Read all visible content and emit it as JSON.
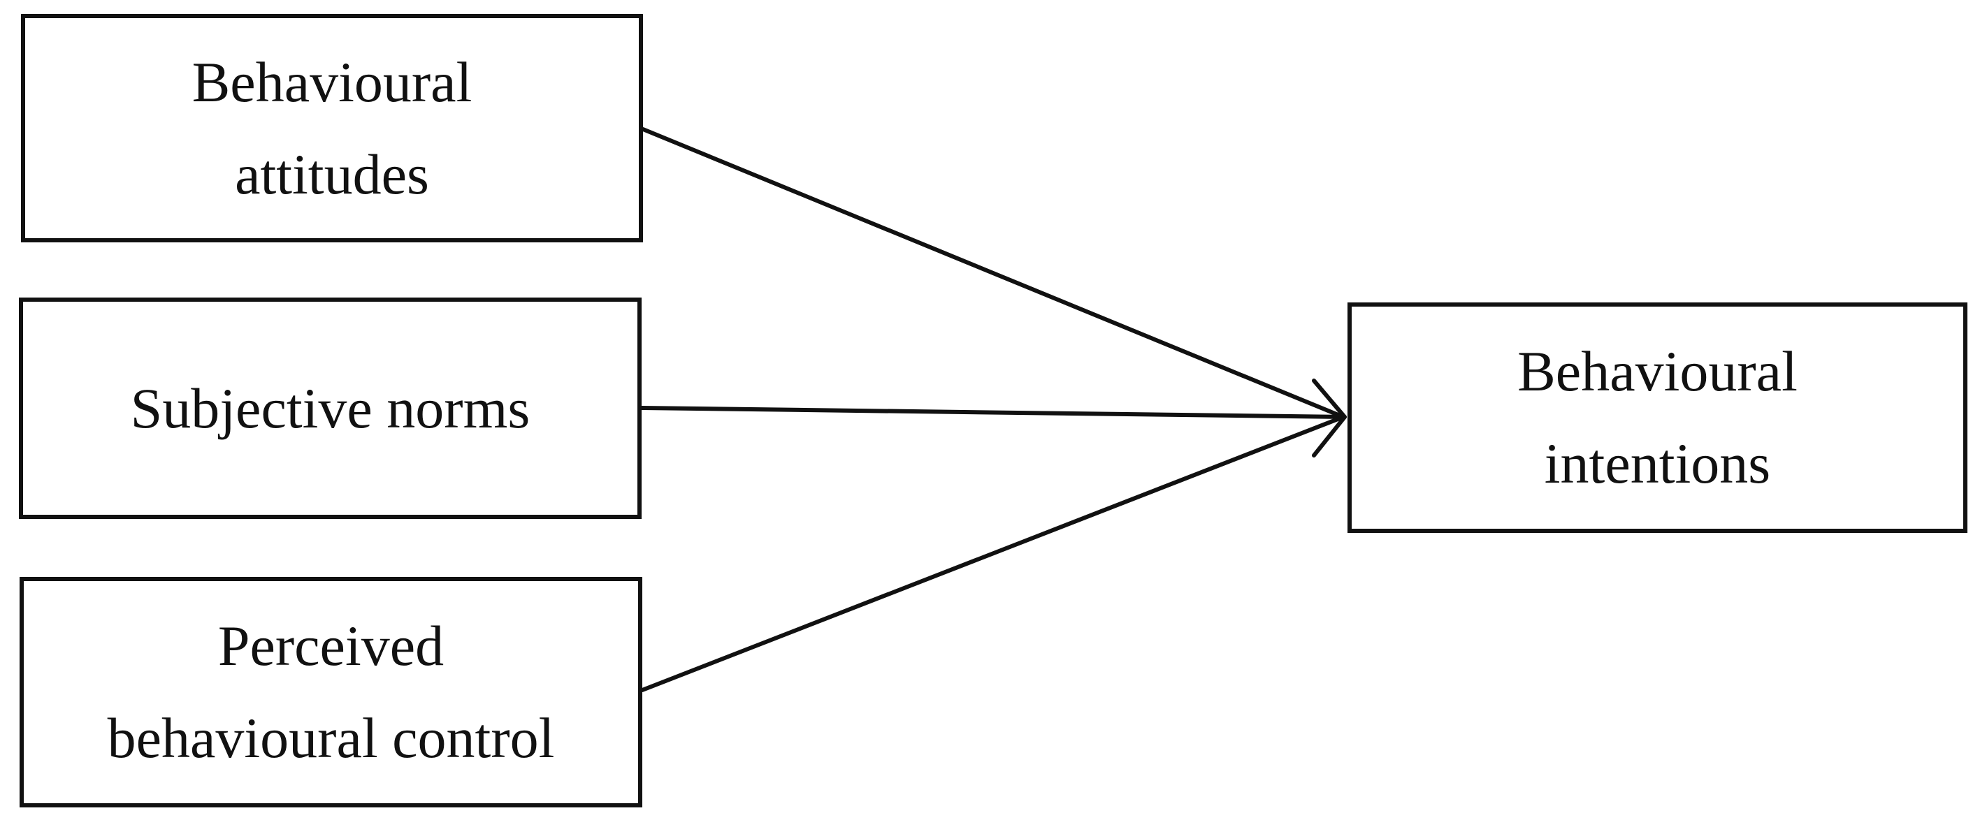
{
  "diagram": {
    "nodes": [
      {
        "id": "attitudes",
        "lines": [
          "Behavioural",
          "attitudes"
        ]
      },
      {
        "id": "norms",
        "lines": [
          "Subjective norms"
        ]
      },
      {
        "id": "control",
        "lines": [
          "Perceived",
          "behavioural control"
        ]
      },
      {
        "id": "intentions",
        "lines": [
          "Behavioural",
          "intentions"
        ]
      }
    ],
    "edges": [
      {
        "from": "attitudes",
        "to": "intentions"
      },
      {
        "from": "norms",
        "to": "intentions"
      },
      {
        "from": "control",
        "to": "intentions"
      }
    ],
    "colors": {
      "stroke": "#111111",
      "background": "#ffffff"
    }
  }
}
